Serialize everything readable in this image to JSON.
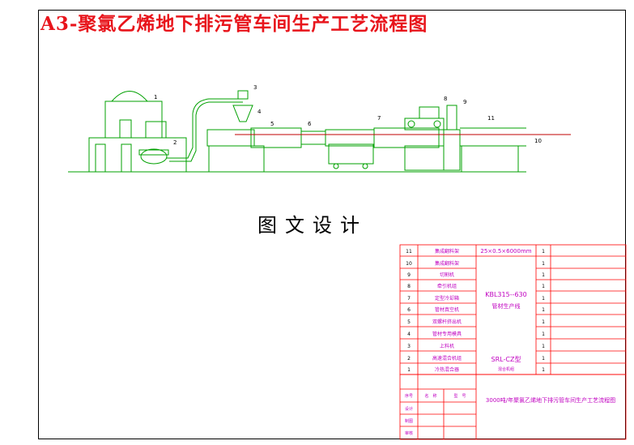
{
  "header": {
    "title": "A3-聚氯乙烯地下排污管车间生产工艺流程图",
    "subtitle": "图文设计"
  },
  "machine": {
    "labels": [
      "1",
      "2",
      "3",
      "4",
      "5",
      "6",
      "7",
      "8",
      "9",
      "10",
      "11"
    ]
  },
  "table": {
    "rows": [
      {
        "no": "11",
        "name": "集成翻料架",
        "qty": "1"
      },
      {
        "no": "10",
        "name": "集成翻料架",
        "qty": "1"
      },
      {
        "no": "9",
        "name": "切割机",
        "qty": "1"
      },
      {
        "no": "8",
        "name": "牵引机组",
        "qty": "1"
      },
      {
        "no": "7",
        "name": "定型冷却箱",
        "qty": "1"
      },
      {
        "no": "6",
        "name": "管材真空机",
        "qty": "1"
      },
      {
        "no": "5",
        "name": "双螺杆挤出机",
        "qty": "1"
      },
      {
        "no": "4",
        "name": "管材专用模具",
        "qty": "1"
      },
      {
        "no": "3",
        "name": "上料机",
        "qty": "1"
      },
      {
        "no": "2",
        "name": "高速混合机组",
        "qty": "1"
      },
      {
        "no": "1",
        "name": "冷热混合器",
        "qty": "1"
      }
    ],
    "spec_top": "25×0.5×6000mm",
    "model_main": "KBL315--630",
    "model_main_sub": "管材生产线",
    "model_mixer": "SRL-CZ型",
    "model_mixer_sub": "混合机组",
    "footer_headers": [
      "序号",
      "名　称",
      "型　号"
    ],
    "footer_rows": [
      "设计",
      "制图",
      "审核"
    ],
    "project_title": "3000吨/年聚氯乙烯地下排污管车间生产工艺流程图"
  },
  "colors": {
    "title": "#e8141b",
    "line": "#00a000",
    "table_line": "#ff0000",
    "table_text": "#c000c0"
  }
}
